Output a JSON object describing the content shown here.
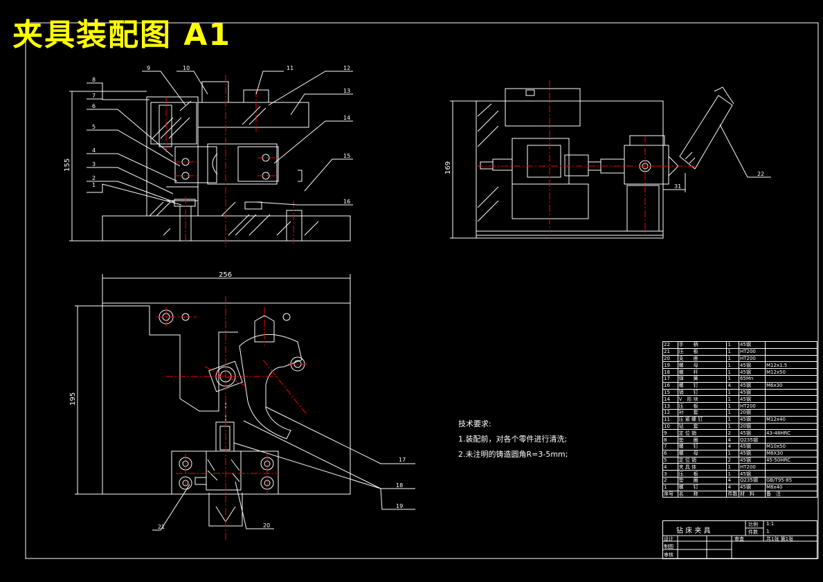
{
  "title": "夹具装配图 A1",
  "technical_requirements": {
    "heading": "技术要求:",
    "items": [
      "1.装配前，对各个零件进行清洗;",
      "2.未注明的铸造圆角R=3-5mm;"
    ]
  },
  "balloons_front": [
    "8",
    "9",
    "10",
    "11",
    "12",
    "13",
    "7",
    "6",
    "14",
    "5",
    "4",
    "15",
    "3",
    "2",
    "1",
    "16"
  ],
  "balloons_top": [
    "17",
    "18",
    "19",
    "21",
    "20"
  ],
  "balloons_side": [
    "22"
  ],
  "dimensions": {
    "front_height": "155",
    "side_height": "169",
    "side_offset": "31",
    "top_width": "256",
    "top_height": "195"
  },
  "bom": {
    "rows": [
      [
        "22",
        "手　　柄",
        "1",
        "45钢",
        ""
      ],
      [
        "21",
        "压　　板",
        "1",
        "HT200",
        ""
      ],
      [
        "20",
        "支　　座",
        "1",
        "HT200",
        ""
      ],
      [
        "19",
        "螺　　母",
        "1",
        "45钢",
        "M12x1.5"
      ],
      [
        "18",
        "螺　　杆",
        "1",
        "45钢",
        "M12x50"
      ],
      [
        "17",
        "弹　　簧",
        "1",
        "65Mn",
        ""
      ],
      [
        "16",
        "螺　　钉",
        "4",
        "45钢",
        "M6x30"
      ],
      [
        "15",
        "销　　钉",
        "1",
        "45钢",
        ""
      ],
      [
        "14",
        "V　形 块",
        "1",
        "45钢",
        ""
      ],
      [
        "13",
        "压　　板",
        "1",
        "HT200",
        ""
      ],
      [
        "12",
        "衬　　套",
        "1",
        "20钢",
        ""
      ],
      [
        "11",
        "压 紧 螺 钉",
        "1",
        "45钢",
        "M12x40"
      ],
      [
        "10",
        "钻　　套",
        "1",
        "20钢",
        ""
      ],
      [
        "9",
        "定 位 销",
        "2",
        "45钢",
        "43-48HRC"
      ],
      [
        "8",
        "垫　　圈",
        "4",
        "Q235钢",
        ""
      ],
      [
        "7",
        "螺　　钉",
        "4",
        "45钢",
        "M10x50"
      ],
      [
        "6",
        "螺　　母",
        "1",
        "45钢",
        "M8X30"
      ],
      [
        "5",
        "定 位 销",
        "2",
        "45钢",
        "45-50HRC"
      ],
      [
        "4",
        "夹 具 体",
        "1",
        "HT200",
        ""
      ],
      [
        "3",
        "压　　板",
        "1",
        "45钢",
        ""
      ],
      [
        "2",
        "垫　　圈",
        "4",
        "Q235钢",
        "GB/T95-85"
      ],
      [
        "1",
        "螺　　钉",
        "4",
        "45钢",
        "M8x40"
      ]
    ],
    "header": [
      "序号",
      "名　　称",
      "件数",
      "材　料",
      "备　注"
    ]
  },
  "title_block": {
    "drawing_name": "钻 床 夹 具",
    "scale_label": "比例",
    "scale_value": "1:1",
    "qty_label": "件数",
    "qty_value": "1",
    "sheet_text": "共1张 第1张",
    "design_label": "设计",
    "draw_label": "制图",
    "check_label": "审核",
    "approve_label": "审查"
  },
  "colors": {
    "line": "#ffffff",
    "center": "#ff0000",
    "title": "#ffff00"
  }
}
